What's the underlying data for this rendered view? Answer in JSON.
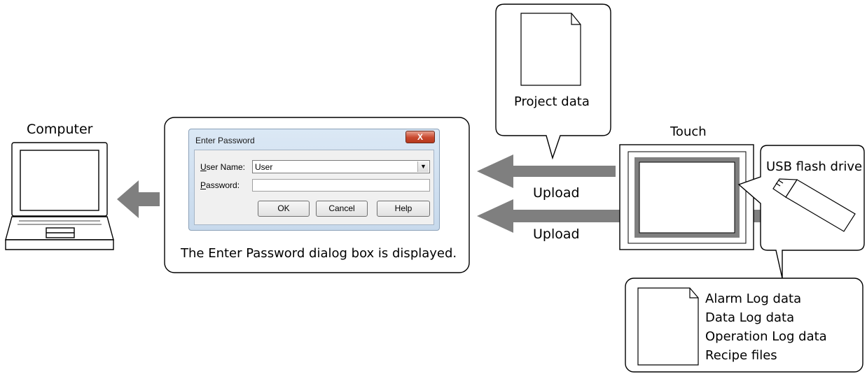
{
  "labels": {
    "computer": "Computer",
    "touch": "Touch",
    "usb": "USB flash drive",
    "upload_top": "Upload",
    "upload_bottom": "Upload",
    "project_data": "Project data",
    "caption": "The Enter Password dialog box is displayed."
  },
  "dialog": {
    "title": "Enter Password",
    "close": "X",
    "user_name_label_key": "U",
    "user_name_label_rest": "ser Name:",
    "user_name_value": "User",
    "password_label_key": "P",
    "password_label_rest": "assword:",
    "password_value": "",
    "ok": "OK",
    "cancel": "Cancel",
    "help": "Help"
  },
  "usb_files": [
    "Alarm Log data",
    "Data Log data",
    "Operation Log data",
    "Recipe files"
  ],
  "colors": {
    "arrow": "#7f7f7f",
    "outline": "#000000"
  }
}
